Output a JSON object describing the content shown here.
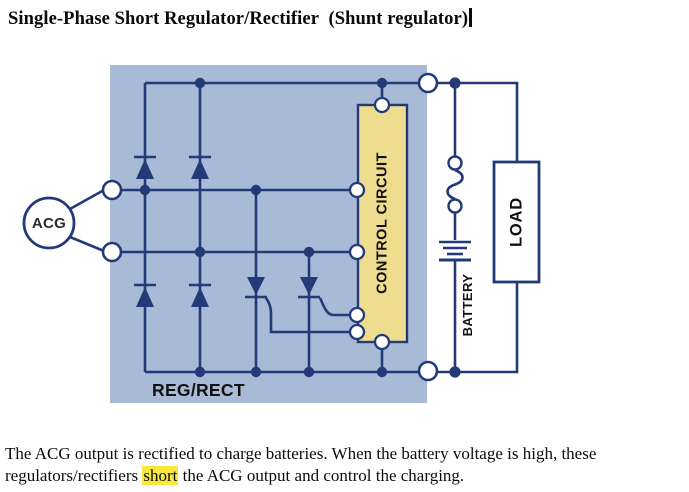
{
  "title": "Single-Phase Short Regulator/Rectifier  (Shunt regulator)",
  "diagram": {
    "source_label": "ACG",
    "regulator_label": "REG/RECT",
    "control_label": "CONTROL CIRCUIT",
    "battery_label": "BATTERY",
    "load_label": "LOAD",
    "colors": {
      "wire": "#243a78",
      "reg_rect_fill": "#a8bad5",
      "control_fill": "#eedc8f",
      "load_fill": "#ffffff",
      "highlight": "#f7e83d",
      "label_text": "#111111"
    }
  },
  "caption": {
    "before": "The ACG output is rectified to charge batteries. When the battery voltage is high, these regulators/rectifiers ",
    "highlighted": "short",
    "after": " the ACG output and control the charging."
  }
}
